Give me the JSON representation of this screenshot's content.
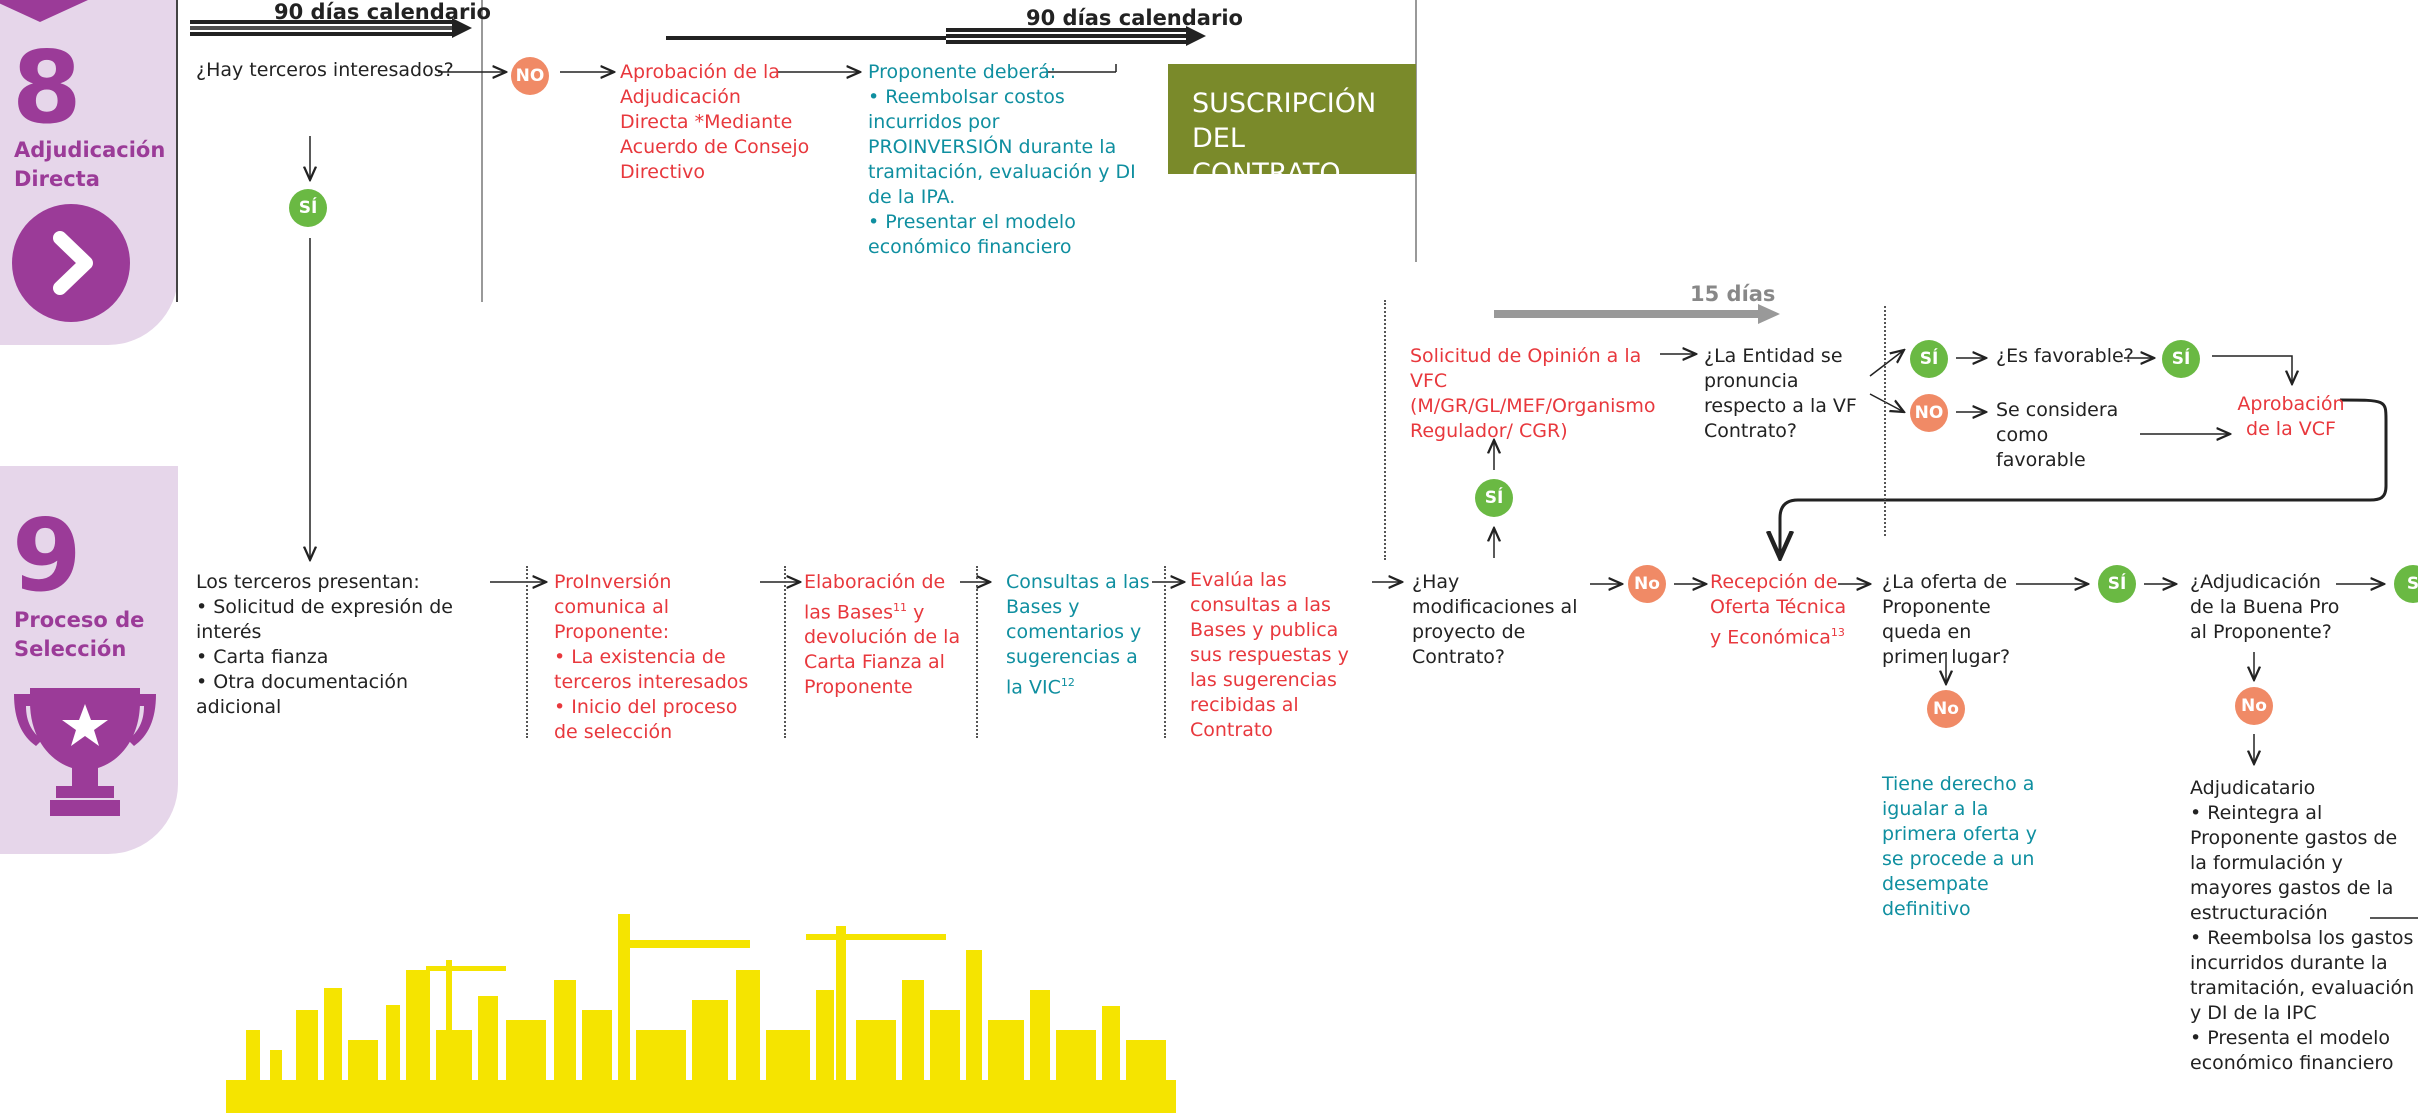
{
  "section8": {
    "number": "8",
    "title": "Adjudicación Directa",
    "icon": "chevron-right-icon"
  },
  "section9": {
    "number": "9",
    "title": "Proceso de Selección",
    "icon": "trophy-star-icon"
  },
  "top": {
    "days_left": "90 días calendario",
    "days_right": "90 días calendario",
    "question_third_parties": "¿Hay terceros interesados?",
    "no_badge": "NO",
    "si_badge": "SÍ",
    "approval": "Aprobación de la Adjudicación Directa *Mediante Acuerdo de Consejo Directivo",
    "proponente_title": "Proponente deberá:",
    "proponente_items": [
      "• Reembolsar costos incurridos por PROINVERSIÓN durante la tramitación, evaluación y DI de la IPA.",
      "• Presentar el modelo económico financiero"
    ],
    "contract_box": "SUSCRIPCIÓN DEL CONTRATO"
  },
  "vfc": {
    "days": "15 días",
    "request": "Solicitud de Opinión a la VFC (M/GR/GL/MEF/Organismo Regulador/ CGR)",
    "question": "¿La Entidad se pronuncia respecto a la VF Contrato?",
    "si": "SÍ",
    "no": "NO",
    "favorable_q": "¿Es favorable?",
    "considered": "Se considera como favorable",
    "approval": "Aprobación de la VCF"
  },
  "flow": {
    "terceros_title": "Los terceros presentan:",
    "terceros_items": [
      "• Solicitud de expresión de interés",
      "• Carta fianza",
      "• Otra documentación adicional"
    ],
    "pro_comunica_title": "ProInversión comunica al Proponente:",
    "pro_comunica_items": [
      "• La existencia de terceros interesados",
      "• Inicio del proceso de selección"
    ],
    "elaboracion": "Elaboración de las Bases",
    "elaboracion_sup": "11",
    "elaboracion_rest": " y devolución de la Carta Fianza al Proponente",
    "consultas": "Consultas a las Bases y comentarios y sugerencias a la VIC",
    "consultas_sup": "12",
    "evalua": "Evalúa las consultas a las Bases y publica sus respuestas y las sugerencias recibidas al Contrato",
    "modificaciones": "¿Hay modificaciones al proyecto de Contrato?",
    "si": "SÍ",
    "no": "No",
    "recepcion": "Recepción de Oferta Técnica y Económica",
    "recepcion_sup": "13",
    "oferta_q": "¿La oferta de Proponente queda en primer lugar?",
    "adjudicacion_q": "¿Adjudicación de la Buena Pro al Proponente?",
    "si_cut": "S",
    "tiene_derecho": "Tiene derecho a igualar a la primera oferta y se procede a un desempate definitivo",
    "adjudicatario_title": "Adjudicatario",
    "adjudicatario_items": [
      "• Reintegra al Proponente gastos de la formulación y mayores gastos de la estructuración",
      "• Reembolsa los gastos incurridos durante la tramitación, evaluación y DI de la IPC",
      "• Presenta el modelo económico financiero"
    ]
  },
  "colors": {
    "purple": "#9b3b98",
    "green": "#6ab943",
    "salmon": "#f08a66",
    "red_text": "#e8383d",
    "teal_text": "#0f8fa0",
    "olive_box": "#7a8a2a",
    "skyline": "#f5e400"
  }
}
